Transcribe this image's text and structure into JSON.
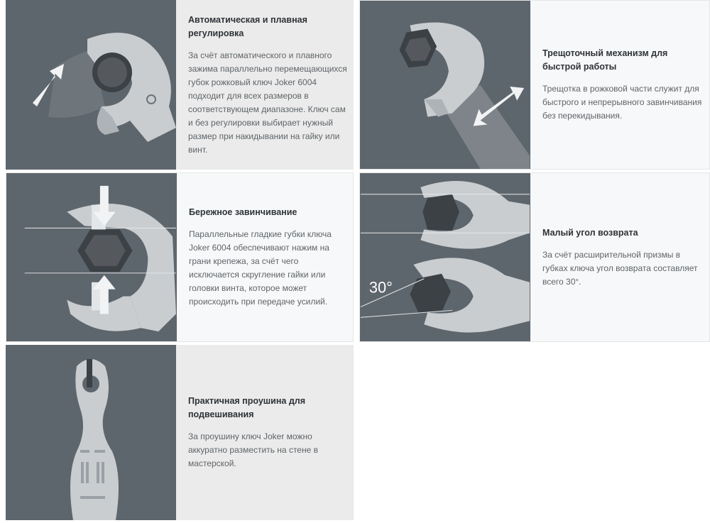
{
  "features": [
    {
      "title": "Автоматическая и плавная регулировка",
      "text": "За счёт автоматического и плавного зажима параллельно перемещающихся губок рожковый ключ Joker 6004 подходит для всех размеров в соответствующем диапазоне. Ключ сам и без регулировки выбирает нужный размер при накидывании на гайку или винт.",
      "image_icon": "wrench-jaw-auto-adjust-icon"
    },
    {
      "title": "Трещоточный механизм для быстрой работы",
      "text": "Трещотка в рожковой части служит для быстрого и непрерывного завинчивания без перекидывания.",
      "image_icon": "wrench-ratchet-icon"
    },
    {
      "title": "Бережное завинчивание",
      "text": "Параллельные гладкие губки ключа Joker 6004 обеспечивают нажим на грани крепежа, за счёт чего исключается скругление гайки или головки винта, которое может происходить при передаче усилий.",
      "image_icon": "wrench-parallel-jaws-icon"
    },
    {
      "title": "Малый угол возврата",
      "text": "За счёт расширительной призмы в губках ключа угол возврата составляет всего 30°.",
      "image_icon": "wrench-return-angle-icon",
      "image_label": "30°"
    },
    {
      "title": "Практичная проушина для подвешивания",
      "text": "За проушину ключ Joker можно аккуратно разместить на стене в мастерской.",
      "image_icon": "wrench-hanging-eyelet-icon"
    }
  ],
  "colors": {
    "image_bg": "#5e666d",
    "tool_metal": "#c9cdd0",
    "card_gray": "#ebebeb",
    "card_light": "#f7f8f9"
  }
}
